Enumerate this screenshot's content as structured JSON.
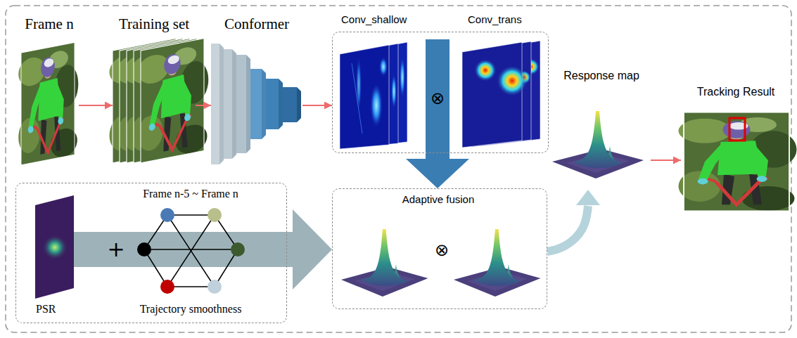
{
  "diagram": {
    "nodes": [
      {
        "text": [
          "Frame n"
        ]
      },
      {
        "text": [
          "Training set"
        ]
      },
      {
        "text": [
          "Conformer"
        ]
      },
      {
        "text": [
          "Conv_shallow",
          "Conv_trans"
        ]
      },
      {
        "text": [
          "Response map"
        ]
      },
      {
        "text": [
          "Tracking Result"
        ]
      },
      {
        "text": [
          "PSR",
          "Frame n-5 ~ Frame n",
          "Trajectory smoothness"
        ]
      },
      {
        "text": [
          "Adaptive fusion"
        ]
      }
    ],
    "edges": [
      {
        "from": 0,
        "to": 1,
        "arrow": "to"
      },
      {
        "from": 1,
        "to": 2,
        "arrow": "to"
      },
      {
        "from": 2,
        "to": 3,
        "arrow": "to"
      },
      {
        "from": 3,
        "to": 7,
        "arrow": "to"
      },
      {
        "from": 6,
        "to": 7,
        "arrow": "to"
      },
      {
        "from": 7,
        "to": 4,
        "arrow": "to"
      },
      {
        "from": 4,
        "to": 5,
        "arrow": "to"
      }
    ],
    "labels": [
      "⊗",
      "⊗",
      "+"
    ]
  }
}
